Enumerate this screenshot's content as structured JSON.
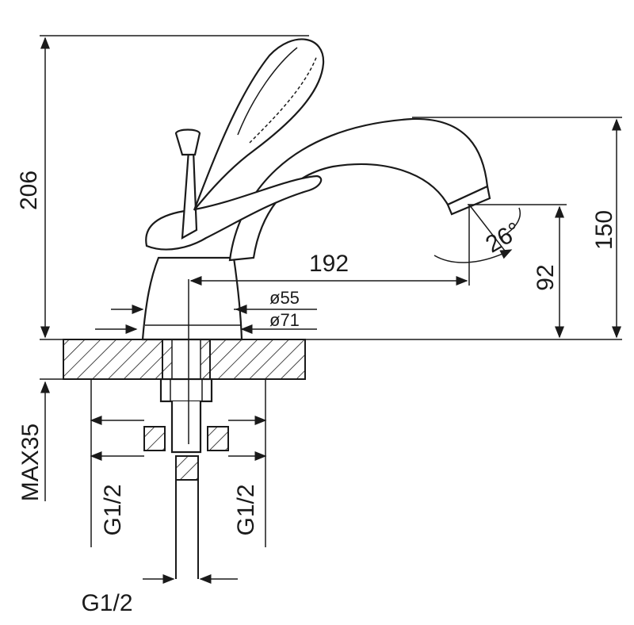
{
  "drawing": {
    "dimensions": {
      "total_height": "206",
      "spout_height": "150",
      "outlet_height": "92",
      "spout_reach": "192",
      "spout_angle": "26°",
      "diameter_inner": "ø55",
      "diameter_outer": "ø71",
      "max_deck_thickness": "MAX35",
      "thread_left": "G1/2",
      "thread_right": "G1/2",
      "thread_bottom": "G1/2"
    },
    "line_color": "#1a1a1a",
    "background": "#ffffff"
  }
}
